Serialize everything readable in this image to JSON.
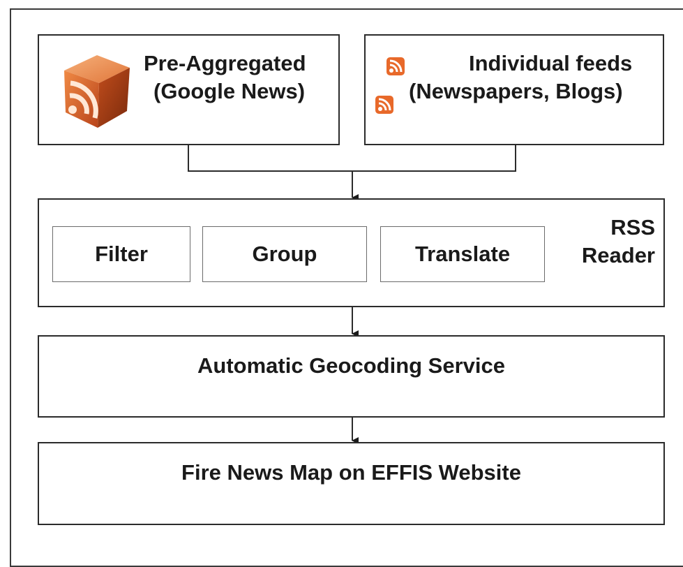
{
  "sources": {
    "aggregated": {
      "line1": "Pre-Aggregated",
      "line2": "(Google News)",
      "icon": "rss-cube-icon"
    },
    "individual": {
      "line1": "Individual feeds",
      "line2": "(Newspapers, Blogs)",
      "icon": "rss-feed-icon"
    }
  },
  "rss_reader": {
    "label_line1": "RSS",
    "label_line2": "Reader",
    "steps": [
      "Filter",
      "Group",
      "Translate"
    ]
  },
  "geocoding": {
    "label": "Automatic Geocoding Service"
  },
  "output": {
    "label": "Fire News Map on EFFIS Website"
  },
  "colors": {
    "rss_orange": "#e8692a",
    "rss_dark": "#9b3512",
    "border": "#2b2b2b",
    "text": "#1a1a1a"
  }
}
